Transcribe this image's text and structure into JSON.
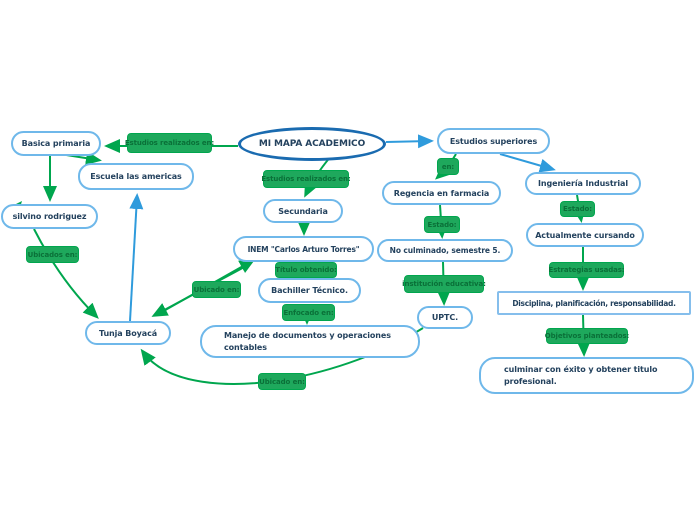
{
  "diagram": {
    "type": "mind-map",
    "title": "MI MAPA ACADEMICO"
  },
  "colors": {
    "node_border": "#6FB8EA",
    "root_border": "#1A6BB0",
    "node_text": "#24425E",
    "label_fill": "#1EA85C",
    "label_border": "#00A64E",
    "label_text": "#0A7038",
    "arrow_green": "#00A64E",
    "arrow_blue": "#2F9BDC",
    "background": "#FFFFFF"
  },
  "nodes": {
    "root": {
      "label": "MI MAPA ACADEMICO"
    },
    "basica": {
      "label": "Basica primaria"
    },
    "escuela": {
      "label": "Escuela las americas"
    },
    "silvino": {
      "label": "silvino rodriguez"
    },
    "tunja": {
      "label": "Tunja Boyacá"
    },
    "secundaria": {
      "label": "Secundaria"
    },
    "inem": {
      "label": "INEM \"Carlos Arturo Torres\""
    },
    "bachiller": {
      "label": "Bachiller Técnico."
    },
    "manejo": {
      "label": "Manejo de documentos y operaciones contables"
    },
    "superiores": {
      "label": "Estudios superiores"
    },
    "regencia": {
      "label": "Regencia en farmacia"
    },
    "no_culminado": {
      "label": "No culminado, semestre 5."
    },
    "uptc": {
      "label": "UPTC."
    },
    "ingenieria": {
      "label": "Ingeniería Industrial"
    },
    "actualmente": {
      "label": "Actualmente cursando"
    },
    "disciplina": {
      "label": "Disciplina, planificación, responsabilidad."
    },
    "culminar": {
      "label": "culminar con éxito y obtener titulo profesional."
    }
  },
  "edge_labels": {
    "estudios_realizados_left": "Estudios realizados en:",
    "estudios_realizados_center": "Estudios realizados en:",
    "ubicados_en": "Ubicados en:",
    "ubicado_en_left": "Ubicado en:",
    "ubicado_en_bottom": "Ubicado en:",
    "titulo_obtenido": "Título obtenido:",
    "enfocado_en": "Enfocado en:",
    "en": "en:",
    "estado_farmacia": "Estado:",
    "estado_ingenieria": "Estado:",
    "institucion_educativa": "institución educativa:",
    "estrategias_usadas": "Estrategias usadas:",
    "objetivos_planteados": "Objetivos planteados:"
  }
}
